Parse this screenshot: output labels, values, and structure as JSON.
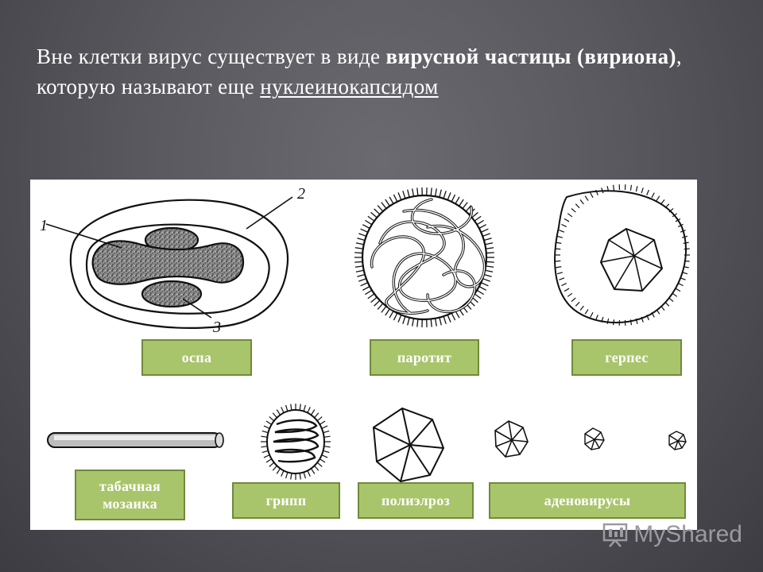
{
  "slide": {
    "text_part1": "Вне клетки вирус существует в виде ",
    "text_bold": "вирусной частицы (вириона)",
    "text_part2": ", которую называют еще ",
    "text_underlined": "нуклеинокапсидом"
  },
  "figure": {
    "numbers": [
      "1",
      "2",
      "3"
    ],
    "labels": {
      "ospa": "оспа",
      "parotit": "паротит",
      "gerpes": "герпес",
      "tabachnaya_line1": "табачная",
      "tabachnaya_line2": "мозаика",
      "gripp": "грипп",
      "polielroz": "полиэлроз",
      "adenovirusy": "аденовирусы"
    }
  },
  "watermark": {
    "text": "MyShared",
    "icon": "presentation-board-icon"
  },
  "colors": {
    "label_fill": "#a9c56b",
    "label_border": "#6f8a3a",
    "text": "#ffffff"
  }
}
